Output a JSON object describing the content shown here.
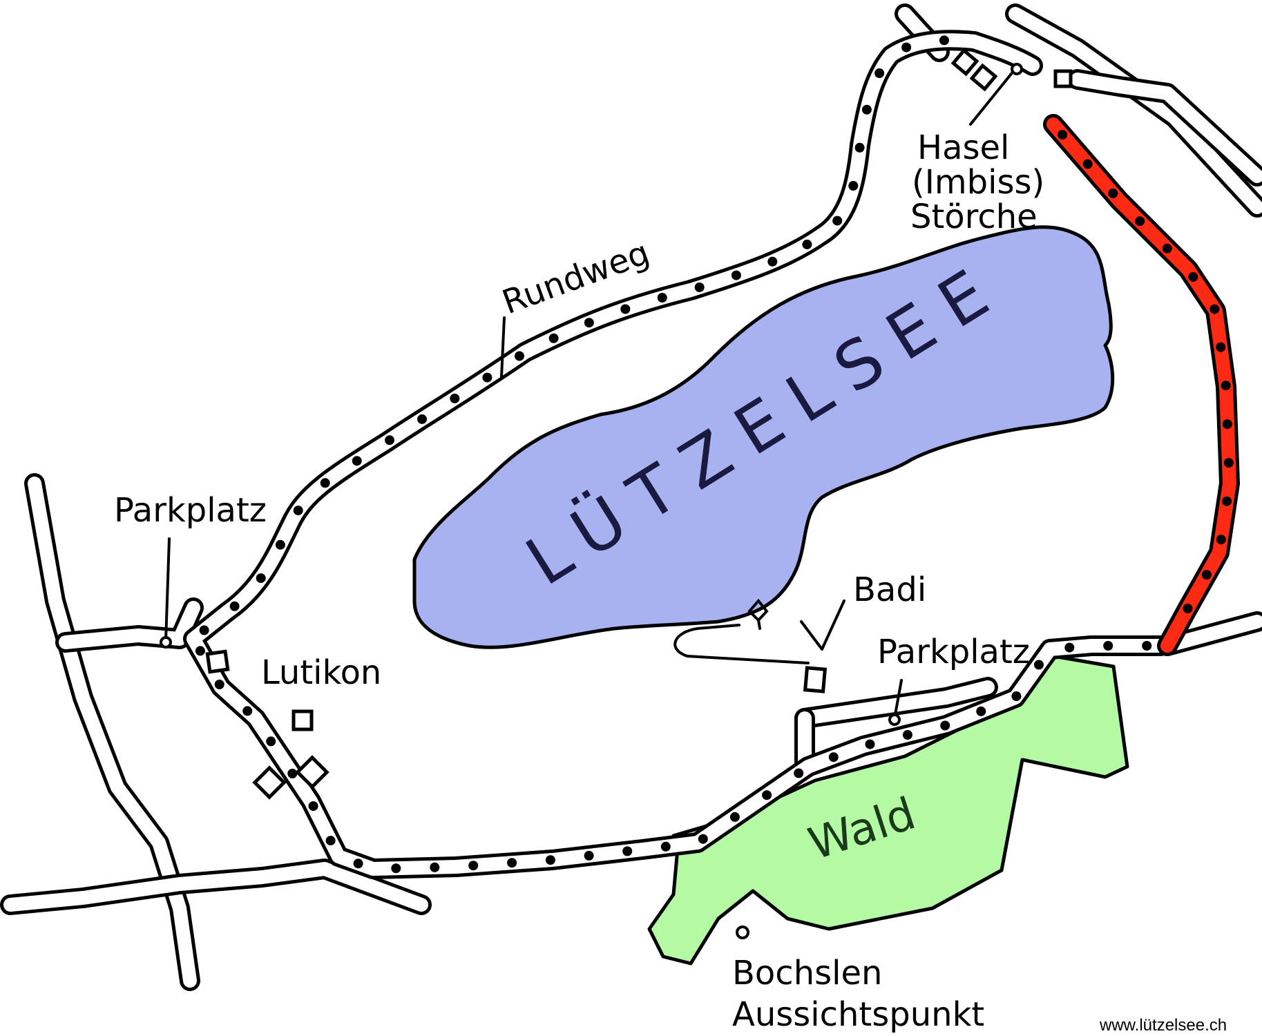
{
  "map": {
    "lake_label": "LÜTZELSEE",
    "forest_label": "Wald",
    "colors": {
      "lake": "#a9b2f0",
      "forest": "#b4f9a4",
      "red_trail": "#ff2a14",
      "ink": "#000000"
    },
    "labels": {
      "rundweg": "Rundweg",
      "parkplatz_west": "Parkplatz",
      "lutikon": "Lutikon",
      "hasel_line1": "Hasel",
      "hasel_line2": "(Imbiss)",
      "hasel_line3": "Störche",
      "badi": "Badi",
      "parkplatz_east": "Parkplatz",
      "bochslen_line1": "Bochslen",
      "bochslen_line2": "Aussichtspunkt"
    },
    "credit": "www.lützelsee.ch",
    "icons": [
      "building-icon",
      "parking-marker-icon",
      "viewpoint-marker-icon",
      "pier-icon"
    ]
  }
}
